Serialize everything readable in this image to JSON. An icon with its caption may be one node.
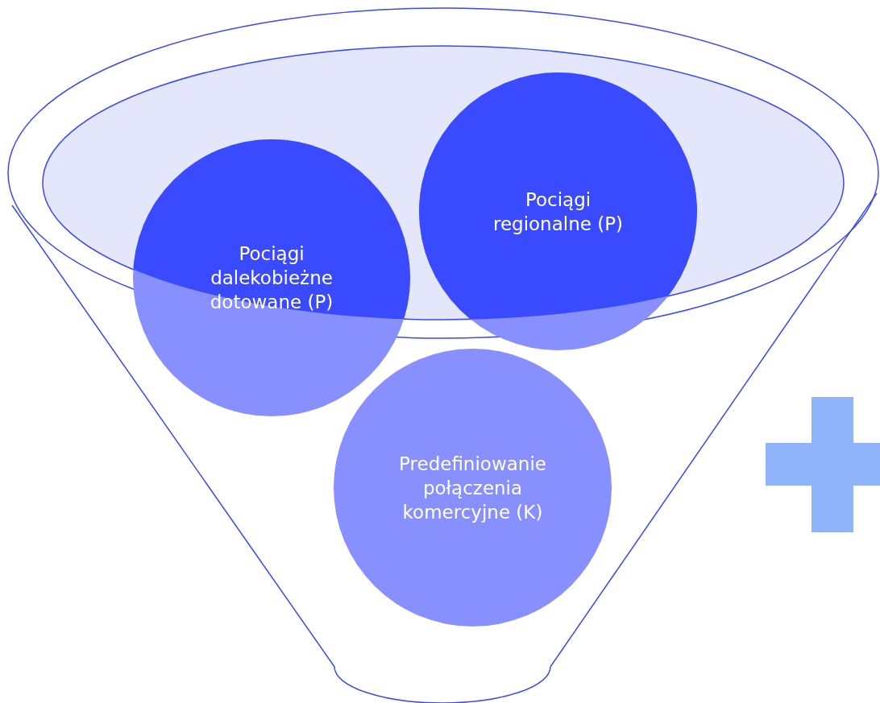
{
  "diagram": {
    "nodes": [
      {
        "text": [
          "Pociągi dalekobieżne dotowane (P)"
        ]
      },
      {
        "text": [
          "Pociągi regionalne (P)"
        ]
      },
      {
        "text": [
          "Predefiniowanie połączenia komercyjne (K)"
        ]
      }
    ]
  }
}
